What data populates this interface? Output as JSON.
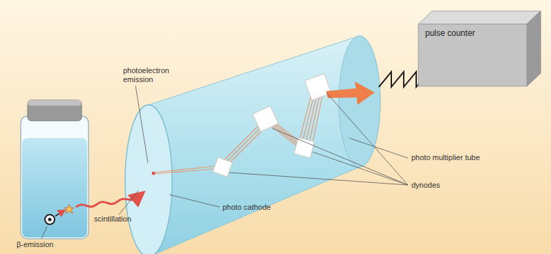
{
  "diagram": {
    "nodes": [
      {
        "text": [
          "pulse counter"
        ]
      }
    ],
    "labels": [
      "photoelectron emission",
      "photo multiplier tube",
      "dynodes",
      "photo cathode",
      "scintillation",
      "β-emission"
    ]
  }
}
